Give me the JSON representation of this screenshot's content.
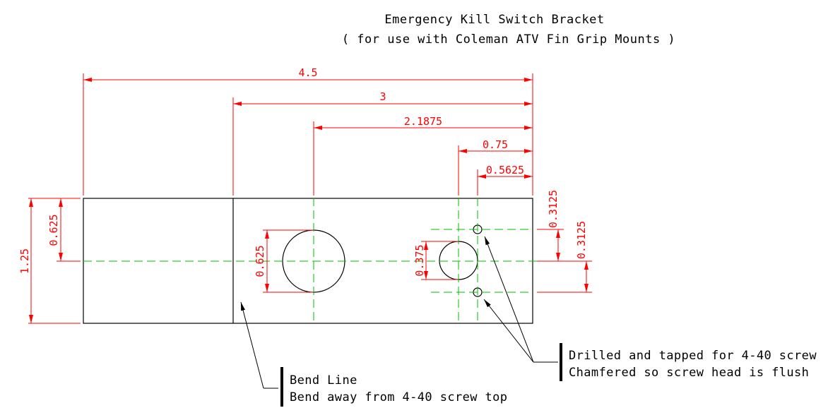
{
  "title": {
    "line1": "Emergency Kill Switch Bracket",
    "line2": "( for use with Coleman ATV Fin Grip Mounts )"
  },
  "dimensions": {
    "overall_length": "4.5",
    "bend_to_end": "3",
    "big_hole_to_end": "2.1875",
    "small_hole_to_end": "0.75",
    "screw_holes_to_end": "0.5625",
    "height": "1.25",
    "centerline_offset": "0.625",
    "big_hole_diameter": "0.625",
    "small_hole_diameter": "0.375",
    "screw_offset_top": "0.3125",
    "screw_offset_bottom": "0.3125"
  },
  "notes": {
    "screw": {
      "line1": "Drilled and tapped for 4-40 screw",
      "line2": "Chamfered so screw head is flush"
    },
    "bend": {
      "line1": "Bend Line",
      "line2": "Bend away from 4-40 screw top"
    }
  },
  "colors": {
    "outline": "#000000",
    "dimension": "#ff0000",
    "centerline": "#00c000"
  }
}
